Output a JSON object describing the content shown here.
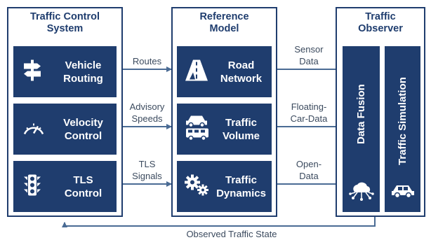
{
  "colors": {
    "primary": "#1f3d6e",
    "arrow": "#4a6b94",
    "edge_text": "#3b4a5e"
  },
  "traffic_control_system": {
    "title": "Traffic Control\nSystem",
    "tiles": [
      {
        "label": "Vehicle\nRouting",
        "icon": "signpost-icon"
      },
      {
        "label": "Velocity\nControl",
        "icon": "speedometer-icon"
      },
      {
        "label": "TLS\nControl",
        "icon": "traffic-light-icon"
      }
    ]
  },
  "reference_model": {
    "title": "Reference\nModel",
    "tiles": [
      {
        "label": "Road\nNetwork",
        "icon": "road-icon"
      },
      {
        "label": "Traffic\nVolume",
        "icon": "car-bus-icon"
      },
      {
        "label": "Traffic\nDynamics",
        "icon": "gears-icon"
      }
    ]
  },
  "traffic_observer": {
    "title": "Traffic\nObserver",
    "columns": [
      {
        "label": "Data Fusion",
        "icon": "cloud-network-icon"
      },
      {
        "label": "Traffic Simulation",
        "icon": "car-icon"
      }
    ]
  },
  "edges_left": [
    "Routes",
    "Advisory\nSpeeds",
    "TLS\nSignals"
  ],
  "edges_right": [
    "Sensor\nData",
    "Floating-\nCar-Data",
    "Open-\nData"
  ],
  "feedback_label": "Observed Traffic State"
}
